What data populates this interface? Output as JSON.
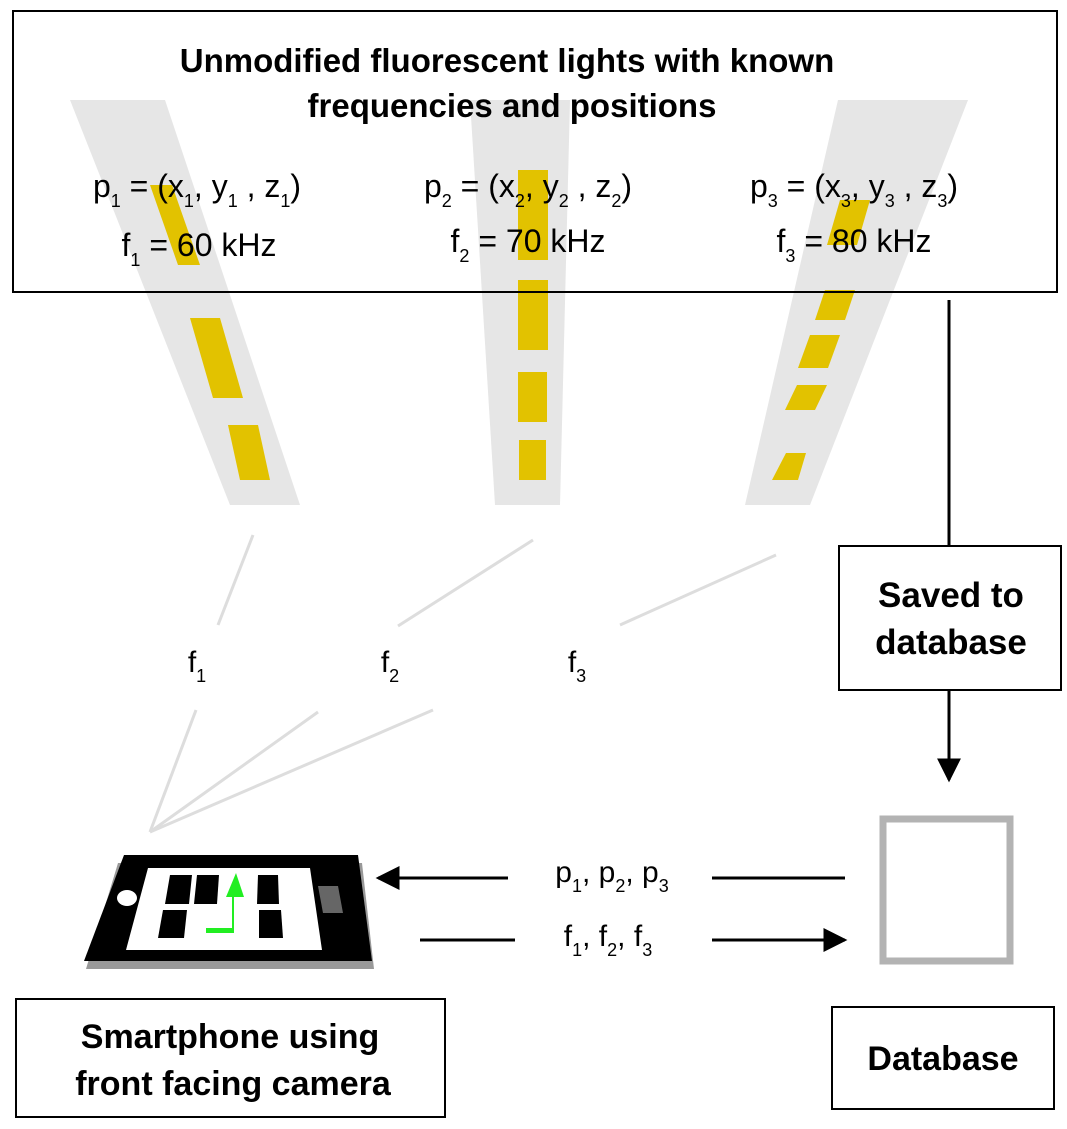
{
  "header_box": {
    "title_line1": "Unmodified fluorescent lights with known",
    "title_line2": "frequencies and positions"
  },
  "lights": [
    {
      "p_base": "p",
      "p_sub": "1",
      "p_open": " = (x",
      "x_sub": "1",
      "p_mid": ", y",
      "y_sub": "1",
      "p_mid2": " , z",
      "z_sub": "1",
      "p_close": ")",
      "f_base": "f",
      "f_sub": "1",
      "f_value": " = 60 kHz"
    },
    {
      "p_base": "p",
      "p_sub": "2",
      "p_open": " = (x",
      "x_sub": "2",
      "p_mid": ", y",
      "y_sub": "2",
      "p_mid2": " , z",
      "z_sub": "2",
      "p_close": ")",
      "f_base": "f",
      "f_sub": "2",
      "f_value": " = 70 kHz"
    },
    {
      "p_base": "p",
      "p_sub": "3",
      "p_open": " = (x",
      "x_sub": "3",
      "p_mid": ", y",
      "y_sub": "3",
      "p_mid2": " , z",
      "z_sub": "3",
      "p_close": ")",
      "f_base": "f",
      "f_sub": "3",
      "f_value": " = 80 kHz"
    }
  ],
  "beam_labels": [
    {
      "base": "f",
      "sub": "1"
    },
    {
      "base": "f",
      "sub": "2"
    },
    {
      "base": "f",
      "sub": "3"
    }
  ],
  "saved_box": {
    "line1": "Saved to",
    "line2": "database"
  },
  "query_arrow": {
    "text": "p, p, p",
    "parts": [
      "p",
      "1",
      ", p",
      "2",
      ", p",
      "3"
    ]
  },
  "send_arrow": {
    "parts": [
      "f",
      "1",
      ", f",
      "2",
      ", f",
      "3"
    ]
  },
  "smartphone_box": {
    "line1": "Smartphone using",
    "line2": "front facing camera"
  },
  "database_box": {
    "label": "Database"
  },
  "colors": {
    "beam_gray": "#e6e6e6",
    "light_yellow": "#e2c200",
    "arrow_green": "#22ee22",
    "database_gray": "#b3b3b3",
    "ray_gray": "#dddddd"
  }
}
